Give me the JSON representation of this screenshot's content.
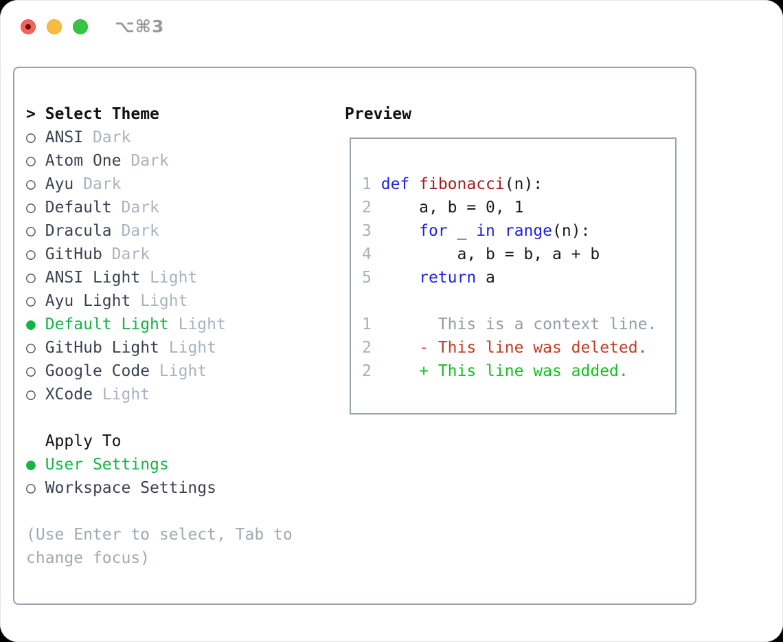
{
  "titlebar": {
    "shortcut": "⌥⌘3",
    "buttons": [
      "close",
      "minimize",
      "zoom"
    ]
  },
  "colors": {
    "accent_green": "#13b546",
    "diff_added_green": "#11c31c",
    "diff_deleted_red": "#c53b22",
    "keyword_blue": "#2121e4",
    "function_red": "#a32020",
    "line_number_gray": "#a7b0bc",
    "tag_gray": "#aab3bf",
    "hint_gray": "#a0a9b4",
    "context_gray": "#939ca6",
    "text_dark": "#3c4250",
    "panel_border_gray": "#98a2b0"
  },
  "sidebar": {
    "prompt": ">",
    "title": "Select Theme",
    "themes": [
      {
        "label": "ANSI",
        "tag": "Dark",
        "selected": false
      },
      {
        "label": "Atom One",
        "tag": "Dark",
        "selected": false
      },
      {
        "label": "Ayu",
        "tag": "Dark",
        "selected": false
      },
      {
        "label": "Default",
        "tag": "Dark",
        "selected": false
      },
      {
        "label": "Dracula",
        "tag": "Dark",
        "selected": false
      },
      {
        "label": "GitHub",
        "tag": "Dark",
        "selected": false
      },
      {
        "label": "ANSI Light",
        "tag": "Light",
        "selected": false
      },
      {
        "label": "Ayu Light",
        "tag": "Light",
        "selected": false
      },
      {
        "label": "Default Light",
        "tag": "Light",
        "selected": true
      },
      {
        "label": "GitHub Light",
        "tag": "Light",
        "selected": false
      },
      {
        "label": "Google Code",
        "tag": "Light",
        "selected": false
      },
      {
        "label": "XCode",
        "tag": "Light",
        "selected": false
      }
    ],
    "apply_to": {
      "title": "Apply To",
      "options": [
        {
          "label": "User Settings",
          "selected": true
        },
        {
          "label": "Workspace Settings",
          "selected": false
        }
      ]
    },
    "hint": "(Use Enter to select, Tab to change focus)"
  },
  "preview": {
    "title": "Preview",
    "lines": [
      {
        "num": "1",
        "segments": [
          {
            "text": "def",
            "style": "keyword"
          },
          {
            "text": " ",
            "style": "plain"
          },
          {
            "text": "fibonacci",
            "style": "function"
          },
          {
            "text": "(n):",
            "style": "plain"
          }
        ]
      },
      {
        "num": "2",
        "segments": [
          {
            "text": "    a, b = 0, 1",
            "style": "plain"
          }
        ]
      },
      {
        "num": "3",
        "segments": [
          {
            "text": "    ",
            "style": "plain"
          },
          {
            "text": "for",
            "style": "keyword"
          },
          {
            "text": " _ ",
            "style": "plain"
          },
          {
            "text": "in",
            "style": "keyword"
          },
          {
            "text": " ",
            "style": "plain"
          },
          {
            "text": "range",
            "style": "keyword"
          },
          {
            "text": "(n):",
            "style": "plain"
          }
        ]
      },
      {
        "num": "4",
        "segments": [
          {
            "text": "        a, b = b, a + b",
            "style": "plain"
          }
        ]
      },
      {
        "num": "5",
        "segments": [
          {
            "text": "    ",
            "style": "plain"
          },
          {
            "text": "return",
            "style": "keyword"
          },
          {
            "text": " a",
            "style": "plain"
          }
        ]
      },
      {
        "num": "",
        "segments": []
      },
      {
        "num": "1",
        "segments": [
          {
            "text": "      This is a context line.",
            "style": "context"
          }
        ]
      },
      {
        "num": "2",
        "segments": [
          {
            "text": "    - This line was deleted.",
            "style": "deleted"
          }
        ]
      },
      {
        "num": "2",
        "segments": [
          {
            "text": "    + This line was added.",
            "style": "added"
          }
        ]
      }
    ],
    "markers": {
      "selected": "●",
      "unselected": "○"
    }
  }
}
